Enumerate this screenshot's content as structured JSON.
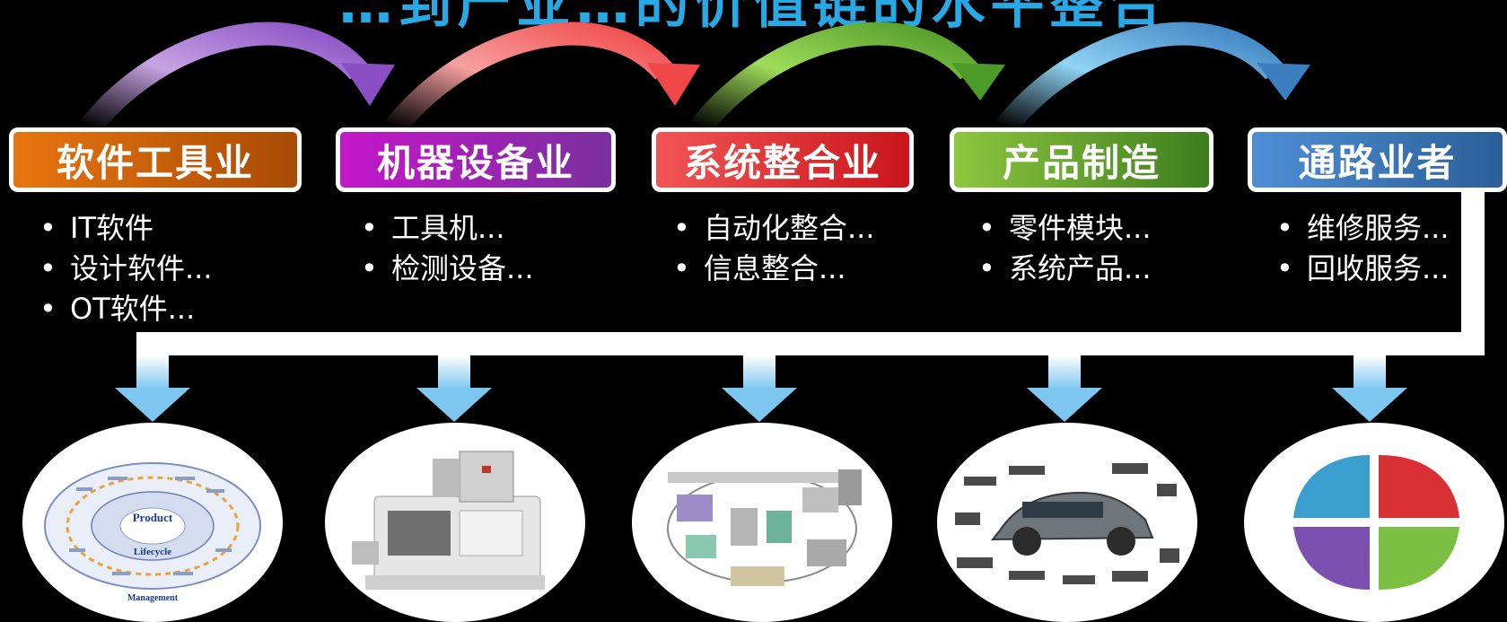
{
  "title": "…到产业…的价值链的水平整合",
  "colors": {
    "background": "#000000",
    "title": "#29a8e6",
    "arc1": "#9b59c9",
    "arc2": "#f25555",
    "arc3": "#6cbf3a",
    "arc4": "#3a8ec9",
    "down_arrow": "#9fd8f5"
  },
  "stages": [
    {
      "label": "软件工具业",
      "color_from": "#e8750f",
      "color_to": "#a84b05",
      "items": [
        "IT软件",
        "设计软件...",
        "OT软件..."
      ],
      "image_icon": "plm-lifecycle-diagram",
      "image_text": [
        "Product",
        "Lifecycle",
        "Management"
      ]
    },
    {
      "label": "机器设备业",
      "color_from": "#c417c9",
      "color_to": "#7a2f9e",
      "items": [
        "工具机...",
        "检测设备..."
      ],
      "image_icon": "cnc-machine-photo"
    },
    {
      "label": "系统整合业",
      "color_from": "#f25555",
      "color_to": "#c9151b",
      "items": [
        "自动化整合...",
        "信息整合..."
      ],
      "image_icon": "automation-system-diagram"
    },
    {
      "label": "产品制造",
      "color_from": "#8dc63f",
      "color_to": "#3e7d1e",
      "items": [
        "零件模块...",
        "系统产品..."
      ],
      "image_icon": "car-parts-diagram"
    },
    {
      "label": "通路业者",
      "color_from": "#4f8fd6",
      "color_to": "#2b5f97",
      "items": [
        "维修服务...",
        "回收服务..."
      ],
      "image_icon": "service-quadrant-chart"
    }
  ]
}
